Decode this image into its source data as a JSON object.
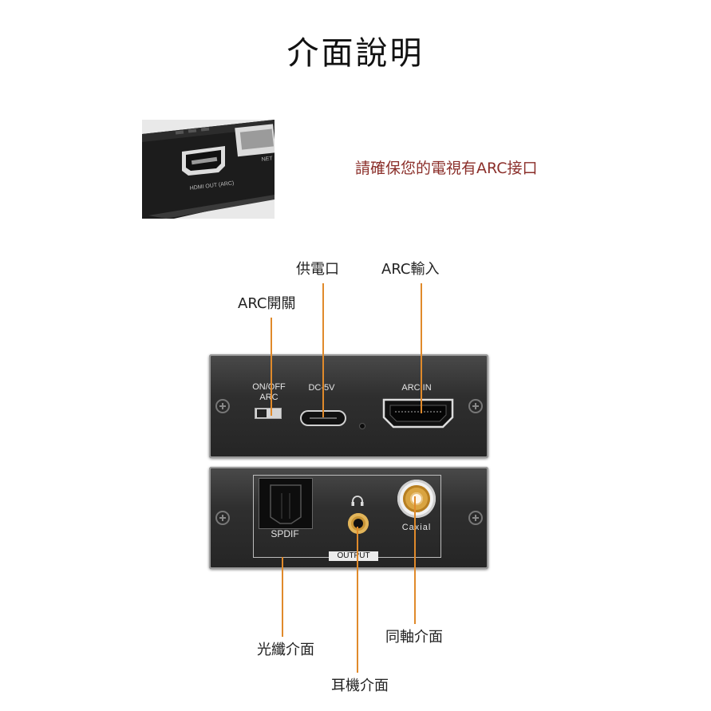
{
  "title": "介面說明",
  "photo": {
    "port_label": "HDMI OUT (ARC)",
    "side_label": "NET"
  },
  "note": "請確保您的電視有ARC接口",
  "labels": {
    "power": "供電口",
    "arc_input": "ARC輸入",
    "arc_switch": "ARC開關",
    "optical": "光纖介面",
    "coaxial": "同軸介面",
    "headphone": "耳機介面"
  },
  "device_top": {
    "switch_label_line1": "ON/OFF",
    "switch_label_line2": "ARC",
    "dc_label": "DC-5V",
    "arc_in_label": "ARC IN"
  },
  "device_bottom": {
    "spdif_label": "SPDIF",
    "output_label": "OUTPUT",
    "coaxial_label": "Caxial"
  },
  "colors": {
    "note": "#8b2f2a",
    "leader": "#e08a2b",
    "device": "#2f2f2f",
    "coaxial_ring": "#d9a441"
  }
}
